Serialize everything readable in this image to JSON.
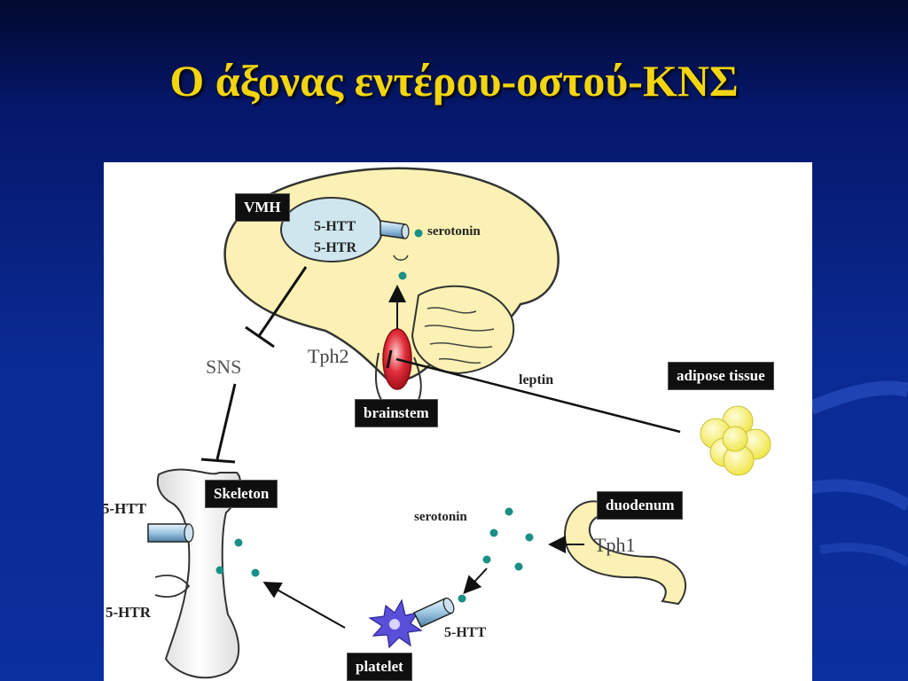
{
  "slide": {
    "title": "Ο άξονας εντέρου-οστού-ΚΝΣ"
  },
  "diagram": {
    "labels": {
      "vmh": "VMH",
      "brainstem": "brainstem",
      "adipose_tissue": "adipose tissue",
      "skeleton": "Skeleton",
      "duodenum": "duodenum",
      "platelet": "platelet"
    },
    "text": {
      "htt_brain": "5-HTT",
      "htr_brain": "5-HTR",
      "serotonin_brain": "serotonin",
      "sns": "SNS",
      "tph2": "Tph2",
      "leptin": "leptin",
      "htt_bone": "5-HTT",
      "htr_bone": "5-HTR",
      "serotonin_gut": "serotonin",
      "tph1": "Tph1",
      "htt_platelet": "5-HTT"
    },
    "colors": {
      "brain_fill": "#fbf1b4",
      "vmh_fill": "#cfe6ee",
      "serotonin_dot": "#1a8f86",
      "brainstem_red": "#e12d3a",
      "adipose_fill": "#f4ee6a",
      "platelet_fill": "#5a4fd8"
    }
  }
}
